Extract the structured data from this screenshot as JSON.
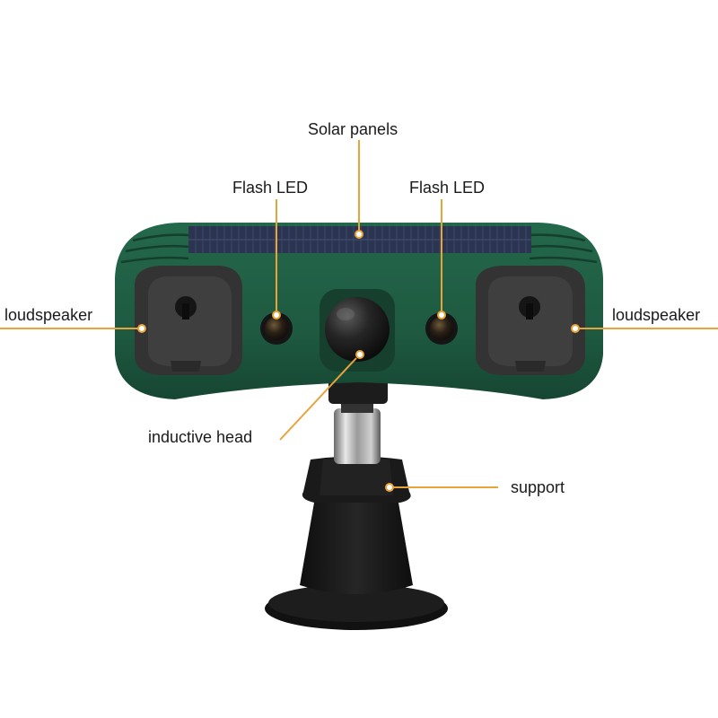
{
  "labels": {
    "solar_panels": "Solar panels",
    "flash_led_left": "Flash LED",
    "flash_led_right": "Flash LED",
    "loudspeaker_left": "loudspeaker",
    "loudspeaker_right": "loudspeaker",
    "inductive_head": "inductive head",
    "support": "support"
  },
  "colors": {
    "callout_line": "#E8A33A",
    "housing": "#1E5A41",
    "solar_panel": "#2B3550",
    "speaker_face": "#3A3A3A",
    "stand": "#1C1C1C"
  }
}
